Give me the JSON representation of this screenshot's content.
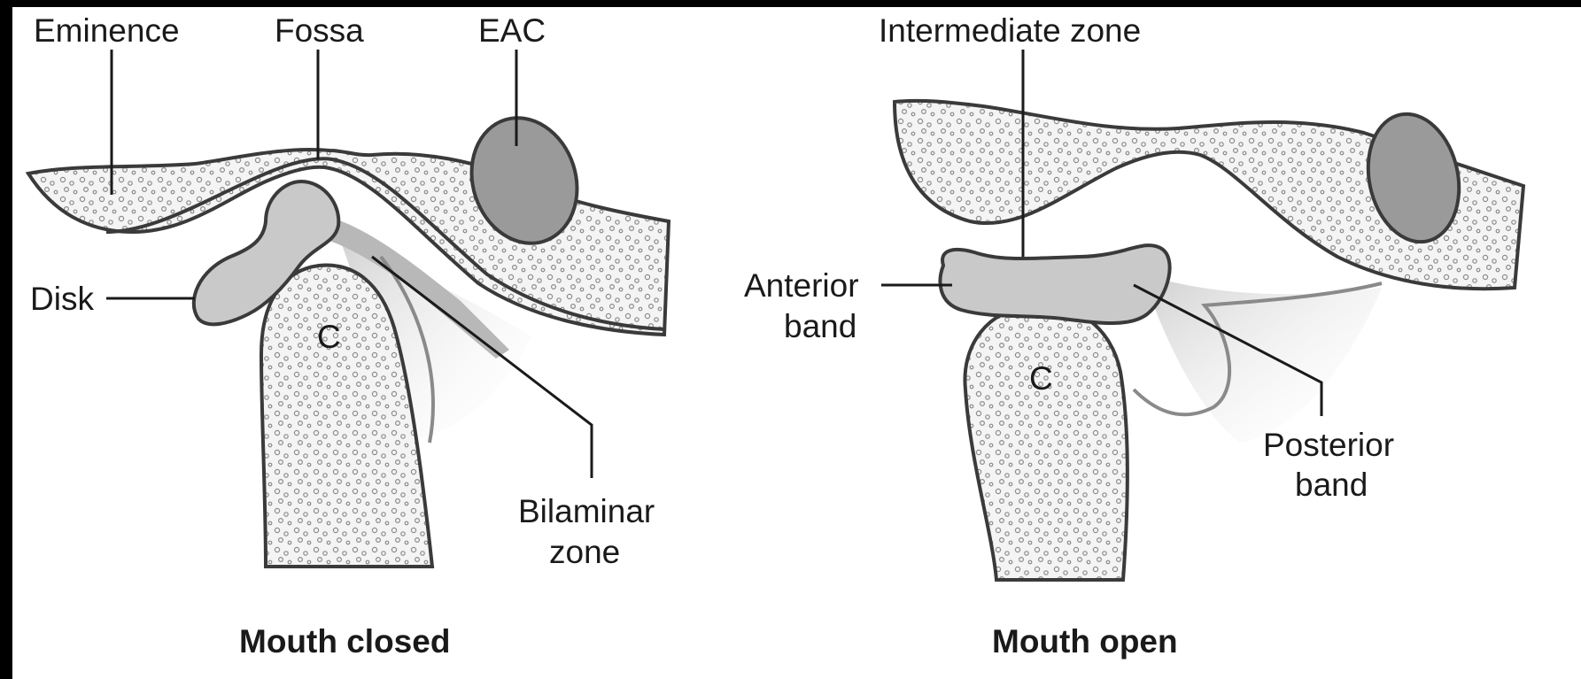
{
  "panels": [
    {
      "caption": "Mouth closed",
      "labels": {
        "eminence": "Eminence",
        "fossa": "Fossa",
        "eac": "EAC",
        "disk": "Disk",
        "condyle": "C",
        "bilaminar_line1": "Bilaminar",
        "bilaminar_line2": "zone"
      }
    },
    {
      "caption": "Mouth open",
      "labels": {
        "intermediate_zone": "Intermediate zone",
        "anterior_line1": "Anterior",
        "anterior_line2": "band",
        "condyle": "C",
        "posterior_line1": "Posterior",
        "posterior_line2": "band"
      }
    }
  ],
  "colors": {
    "background_frame": "#000000",
    "page": "#ffffff",
    "disk_fill": "#c9c9c9",
    "eac_fill": "#9a9a9a",
    "outline": "#3a3a3a"
  }
}
